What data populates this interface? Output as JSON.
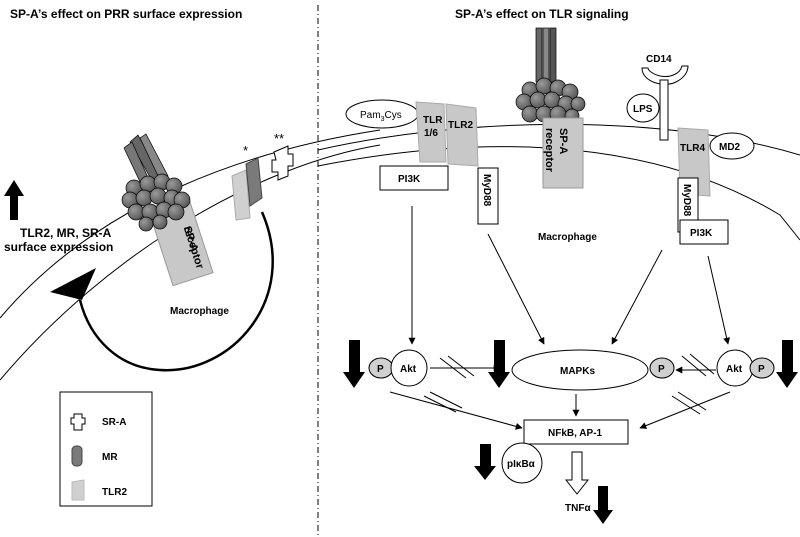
{
  "left_panel": {
    "title": "SP-A’s effect on PRR surface expression",
    "sp_a_receptor": [
      "SP-A",
      "receptor"
    ],
    "marker_single": "*",
    "marker_double": "**",
    "effect_text": [
      "TLR2, MR, SR-A",
      "surface expression"
    ],
    "cell_label": "Macrophage"
  },
  "legend": {
    "items": [
      {
        "label": "SR-A",
        "icon": "sr-a-shape-icon"
      },
      {
        "label": "MR",
        "icon": "mr-shape-icon"
      },
      {
        "label": "TLR2",
        "icon": "tlr2-shape-icon"
      }
    ]
  },
  "right_panel": {
    "title": "SP-A’s effect on TLR signaling",
    "pam3cys": {
      "base": "Pam",
      "sub": "3",
      "tail": "Cys"
    },
    "tlr16": [
      "TLR",
      "1/6"
    ],
    "tlr2": "TLR2",
    "sp_a_receptor": [
      "SP-A",
      "receptor"
    ],
    "cd14": "CD14",
    "lps": "LPS",
    "md2": "MD2",
    "tlr4": "TLR4",
    "pi3k_left": "PI3K",
    "myd88_left": "MyD88",
    "myd88_right": "MyD88",
    "pi3k_right": "PI3K",
    "cell_label": "Macrophage",
    "p_label": "P",
    "akt_label": "Akt",
    "mapks": "MAPKs",
    "nfkb": "NFkB, AP-1",
    "pikba": "pIκBα",
    "tnf": "TNFα"
  },
  "colors": {
    "light_gray": "#c8c8c8",
    "mid_gray": "#7a7a7a",
    "dark": "#000000"
  }
}
